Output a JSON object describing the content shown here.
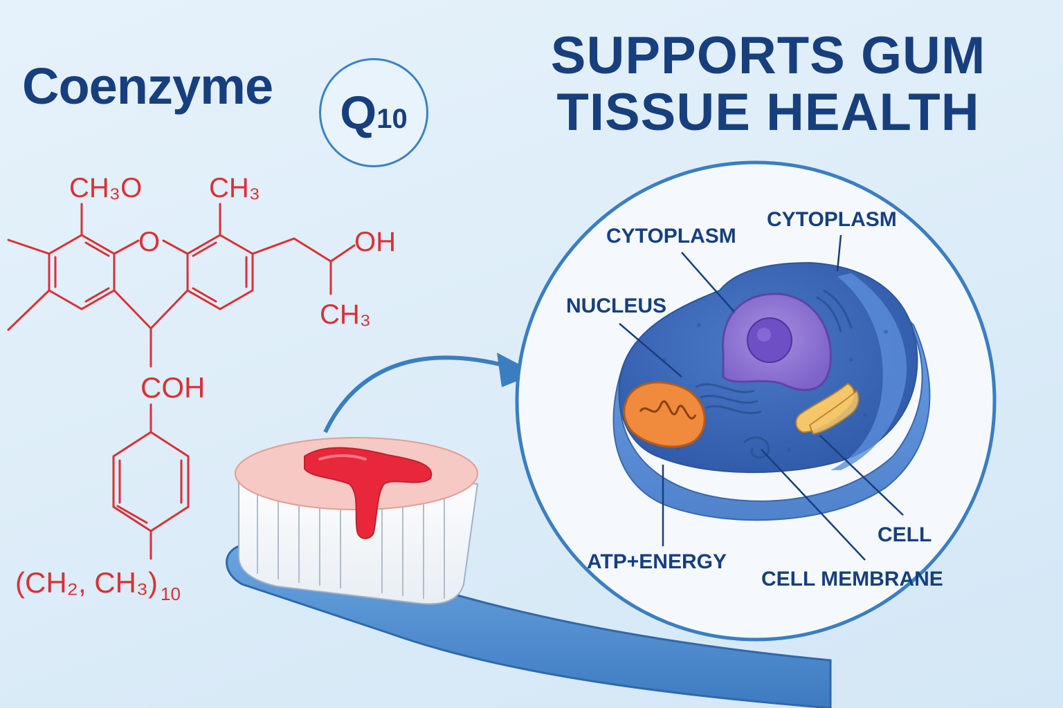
{
  "title": {
    "word": "Coenzyme",
    "badge_letter": "Q",
    "badge_number": "10"
  },
  "headline": {
    "line1": "SUPPORTS GUM",
    "line2": "TISSUE HEALTH"
  },
  "molecule": {
    "ch3o": "CH₃O",
    "ch3_top": "CH₃",
    "oh": "OH",
    "ch3_side": "CH₃",
    "o": "O",
    "coh": "COH",
    "chain": "(CH₂, CH₃)",
    "chain_sub": "10"
  },
  "cell_labels": {
    "cytoplasm_left": "CYTOPLASM",
    "cytoplasm_right": "CYTOPLASM",
    "nucleus": "NUCLEUS",
    "atp": "ATP+ENERGY",
    "cell": "CELL",
    "membrane": "CELL MEMBRANE"
  },
  "colors": {
    "navy": "#173f7e",
    "chem_red": "#d93036",
    "cell_blue": "#4f83cc",
    "nucleus_purple": "#8a6fd1",
    "mitochondria_orange": "#ef8b3a",
    "toothbrush_blue": "#4d8ccf"
  }
}
